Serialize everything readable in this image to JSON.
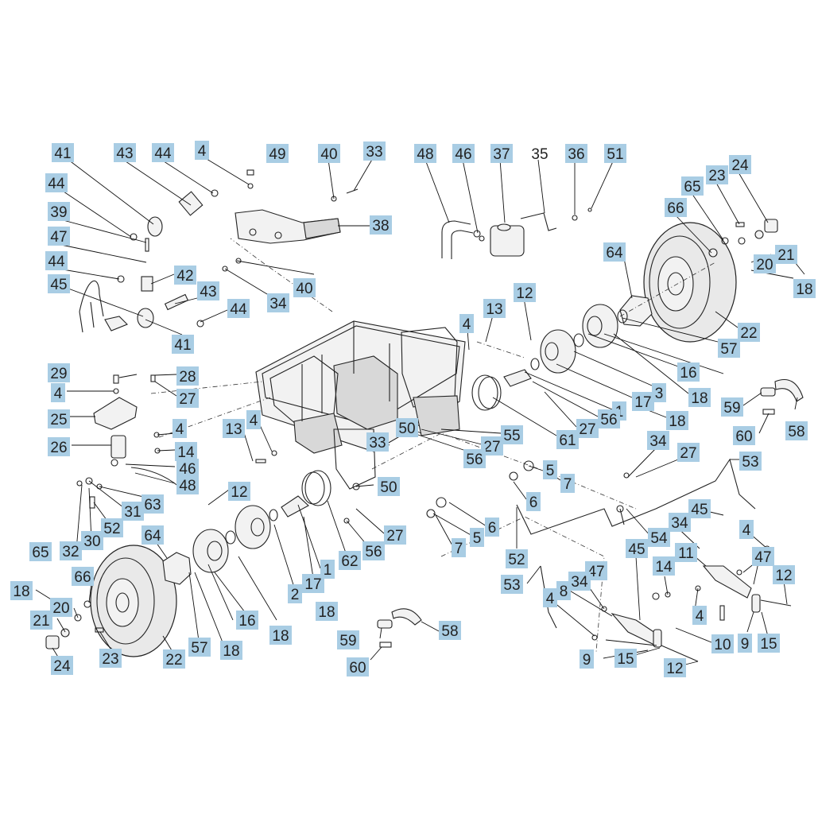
{
  "callouts": [
    {
      "id": "c1",
      "label": "41"
    },
    {
      "id": "c2",
      "label": "43"
    },
    {
      "id": "c3",
      "label": "44"
    },
    {
      "id": "c4",
      "label": "4"
    },
    {
      "id": "c5",
      "label": "49"
    },
    {
      "id": "c6",
      "label": "40"
    },
    {
      "id": "c7",
      "label": "33"
    },
    {
      "id": "c8",
      "label": "48"
    },
    {
      "id": "c9",
      "label": "46"
    },
    {
      "id": "c10",
      "label": "37"
    },
    {
      "id": "c11",
      "label": "35"
    },
    {
      "id": "c12",
      "label": "36"
    },
    {
      "id": "c13",
      "label": "51"
    },
    {
      "id": "c14",
      "label": "44"
    },
    {
      "id": "c15",
      "label": "24"
    },
    {
      "id": "c16",
      "label": "23"
    },
    {
      "id": "c17",
      "label": "65"
    },
    {
      "id": "c18",
      "label": "66"
    },
    {
      "id": "c19",
      "label": "39"
    },
    {
      "id": "c20",
      "label": "47"
    },
    {
      "id": "c21",
      "label": "38"
    },
    {
      "id": "c22",
      "label": "44"
    },
    {
      "id": "c23",
      "label": "42"
    },
    {
      "id": "c24",
      "label": "40"
    },
    {
      "id": "c25",
      "label": "45"
    },
    {
      "id": "c26",
      "label": "43"
    },
    {
      "id": "c27",
      "label": "34"
    },
    {
      "id": "c28",
      "label": "44"
    },
    {
      "id": "c29",
      "label": "41"
    },
    {
      "id": "c30",
      "label": "20"
    },
    {
      "id": "c31",
      "label": "21"
    },
    {
      "id": "c32",
      "label": "64"
    },
    {
      "id": "c33",
      "label": "18"
    },
    {
      "id": "c34",
      "label": "12"
    },
    {
      "id": "c35",
      "label": "13"
    },
    {
      "id": "c36",
      "label": "22"
    },
    {
      "id": "c37",
      "label": "4"
    },
    {
      "id": "c38",
      "label": "57"
    },
    {
      "id": "c39",
      "label": "16"
    },
    {
      "id": "c40",
      "label": "18"
    },
    {
      "id": "c41",
      "label": "29"
    },
    {
      "id": "c42",
      "label": "28"
    },
    {
      "id": "c43",
      "label": "4"
    },
    {
      "id": "c44",
      "label": "27"
    },
    {
      "id": "c45",
      "label": "3"
    },
    {
      "id": "c46",
      "label": "18"
    },
    {
      "id": "c47",
      "label": "17"
    },
    {
      "id": "c48",
      "label": "25"
    },
    {
      "id": "c49",
      "label": "1"
    },
    {
      "id": "c50",
      "label": "56"
    },
    {
      "id": "c51",
      "label": "59"
    },
    {
      "id": "c52",
      "label": "27"
    },
    {
      "id": "c53",
      "label": "61"
    },
    {
      "id": "c54",
      "label": "18"
    },
    {
      "id": "c55",
      "label": "13"
    },
    {
      "id": "c56",
      "label": "4"
    },
    {
      "id": "c57",
      "label": "50"
    },
    {
      "id": "c58",
      "label": "55"
    },
    {
      "id": "c59",
      "label": "58"
    },
    {
      "id": "c60",
      "label": "60"
    },
    {
      "id": "c61",
      "label": "26"
    },
    {
      "id": "c62",
      "label": "33"
    },
    {
      "id": "c63",
      "label": "27"
    },
    {
      "id": "c64",
      "label": "56"
    },
    {
      "id": "c65",
      "label": "34"
    },
    {
      "id": "c66",
      "label": "4"
    },
    {
      "id": "c67",
      "label": "14"
    },
    {
      "id": "c68",
      "label": "46"
    },
    {
      "id": "c69",
      "label": "27"
    },
    {
      "id": "c70",
      "label": "53"
    },
    {
      "id": "c71",
      "label": "48"
    },
    {
      "id": "c72",
      "label": "5"
    },
    {
      "id": "c73",
      "label": "7"
    },
    {
      "id": "c74",
      "label": "12"
    },
    {
      "id": "c75",
      "label": "50"
    },
    {
      "id": "c76",
      "label": "6"
    },
    {
      "id": "c77",
      "label": "63"
    },
    {
      "id": "c78",
      "label": "45"
    },
    {
      "id": "c79",
      "label": "34"
    },
    {
      "id": "c80",
      "label": "4"
    },
    {
      "id": "c81",
      "label": "6"
    },
    {
      "id": "c82",
      "label": "64"
    },
    {
      "id": "c83",
      "label": "31"
    },
    {
      "id": "c84",
      "label": "52"
    },
    {
      "id": "c85",
      "label": "27"
    },
    {
      "id": "c86",
      "label": "5"
    },
    {
      "id": "c87",
      "label": "54"
    },
    {
      "id": "c88",
      "label": "47"
    },
    {
      "id": "c89",
      "label": "65"
    },
    {
      "id": "c90",
      "label": "32"
    },
    {
      "id": "c91",
      "label": "30"
    },
    {
      "id": "c92",
      "label": "62"
    },
    {
      "id": "c93",
      "label": "56"
    },
    {
      "id": "c94",
      "label": "52"
    },
    {
      "id": "c95",
      "label": "45"
    },
    {
      "id": "c96",
      "label": "11"
    },
    {
      "id": "c97",
      "label": "66"
    },
    {
      "id": "c98",
      "label": "1"
    },
    {
      "id": "c99",
      "label": "7"
    },
    {
      "id": "c100",
      "label": "12"
    },
    {
      "id": "c101",
      "label": "14"
    },
    {
      "id": "c102",
      "label": "47"
    },
    {
      "id": "c103",
      "label": "53"
    },
    {
      "id": "c104",
      "label": "18"
    },
    {
      "id": "c105",
      "label": "17"
    },
    {
      "id": "c106",
      "label": "2"
    },
    {
      "id": "c107",
      "label": "34"
    },
    {
      "id": "c108",
      "label": "4"
    },
    {
      "id": "c109",
      "label": "8"
    },
    {
      "id": "c110",
      "label": "20"
    },
    {
      "id": "c111",
      "label": "21"
    },
    {
      "id": "c112",
      "label": "18"
    },
    {
      "id": "c113",
      "label": "18"
    },
    {
      "id": "c114",
      "label": "16"
    },
    {
      "id": "c115",
      "label": "58"
    },
    {
      "id": "c116",
      "label": "10"
    },
    {
      "id": "c117",
      "label": "23"
    },
    {
      "id": "c118",
      "label": "59"
    },
    {
      "id": "c119",
      "label": "4"
    },
    {
      "id": "c120",
      "label": "57"
    },
    {
      "id": "c121",
      "label": "18"
    },
    {
      "id": "c122",
      "label": "22"
    },
    {
      "id": "c123",
      "label": "15"
    },
    {
      "id": "c124",
      "label": "9"
    },
    {
      "id": "c125",
      "label": "15"
    },
    {
      "id": "c126",
      "label": "9"
    },
    {
      "id": "c127",
      "label": "24"
    },
    {
      "id": "c128",
      "label": "60"
    },
    {
      "id": "c129",
      "label": "12"
    }
  ],
  "plain_labels": [
    {
      "id": "p1",
      "label": "35"
    }
  ]
}
